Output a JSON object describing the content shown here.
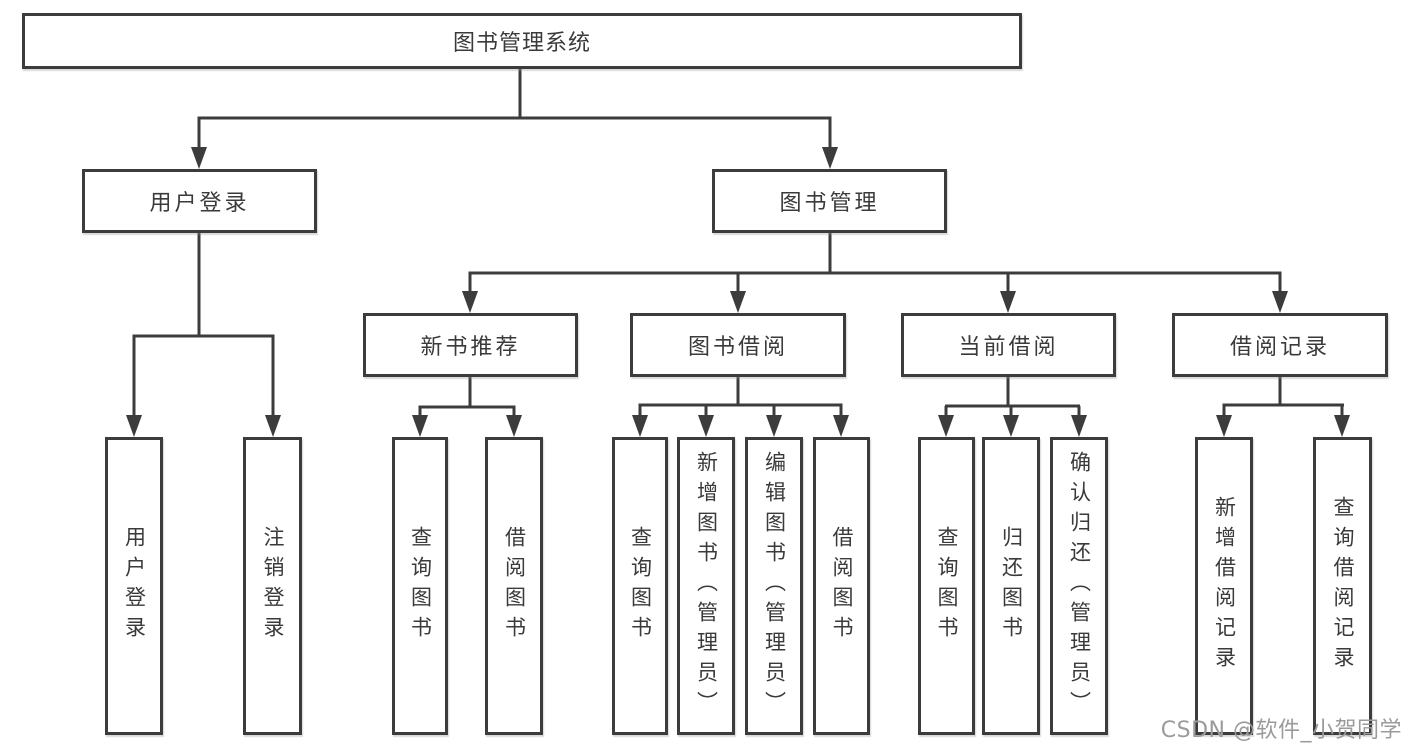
{
  "diagram_title": "图书管理系统",
  "colors": {
    "line": "#3c3c3c",
    "text": "#3a3a3a",
    "box_background": "#ffffff",
    "watermark": "#9b9b9b",
    "background": "#ffffff"
  },
  "nodes": {
    "root": {
      "label": "图书管理系统"
    },
    "branches": [
      {
        "label": "用户登录"
      },
      {
        "label": "图书管理"
      }
    ],
    "modules": [
      {
        "label": "新书推荐",
        "parent": "图书管理"
      },
      {
        "label": "图书借阅",
        "parent": "图书管理"
      },
      {
        "label": "当前借阅",
        "parent": "图书管理"
      },
      {
        "label": "借阅记录",
        "parent": "图书管理"
      }
    ],
    "leaves": [
      {
        "label": "用户登录",
        "parent": "用户登录"
      },
      {
        "label": "注销登录",
        "parent": "用户登录"
      },
      {
        "label": "查询图书",
        "parent": "新书推荐"
      },
      {
        "label": "借阅图书",
        "parent": "新书推荐"
      },
      {
        "label": "查询图书",
        "parent": "图书借阅"
      },
      {
        "label": "新增图书（管理员）",
        "parent": "图书借阅"
      },
      {
        "label": "编辑图书（管理员）",
        "parent": "图书借阅"
      },
      {
        "label": "借阅图书",
        "parent": "图书借阅"
      },
      {
        "label": "查询图书",
        "parent": "当前借阅"
      },
      {
        "label": "归还图书",
        "parent": "当前借阅"
      },
      {
        "label": "确认归还（管理员）",
        "parent": "当前借阅"
      },
      {
        "label": "新增借阅记录",
        "parent": "借阅记录"
      },
      {
        "label": "查询借阅记录",
        "parent": "借阅记录"
      }
    ]
  },
  "watermark": "CSDN @软件_小贺同学"
}
